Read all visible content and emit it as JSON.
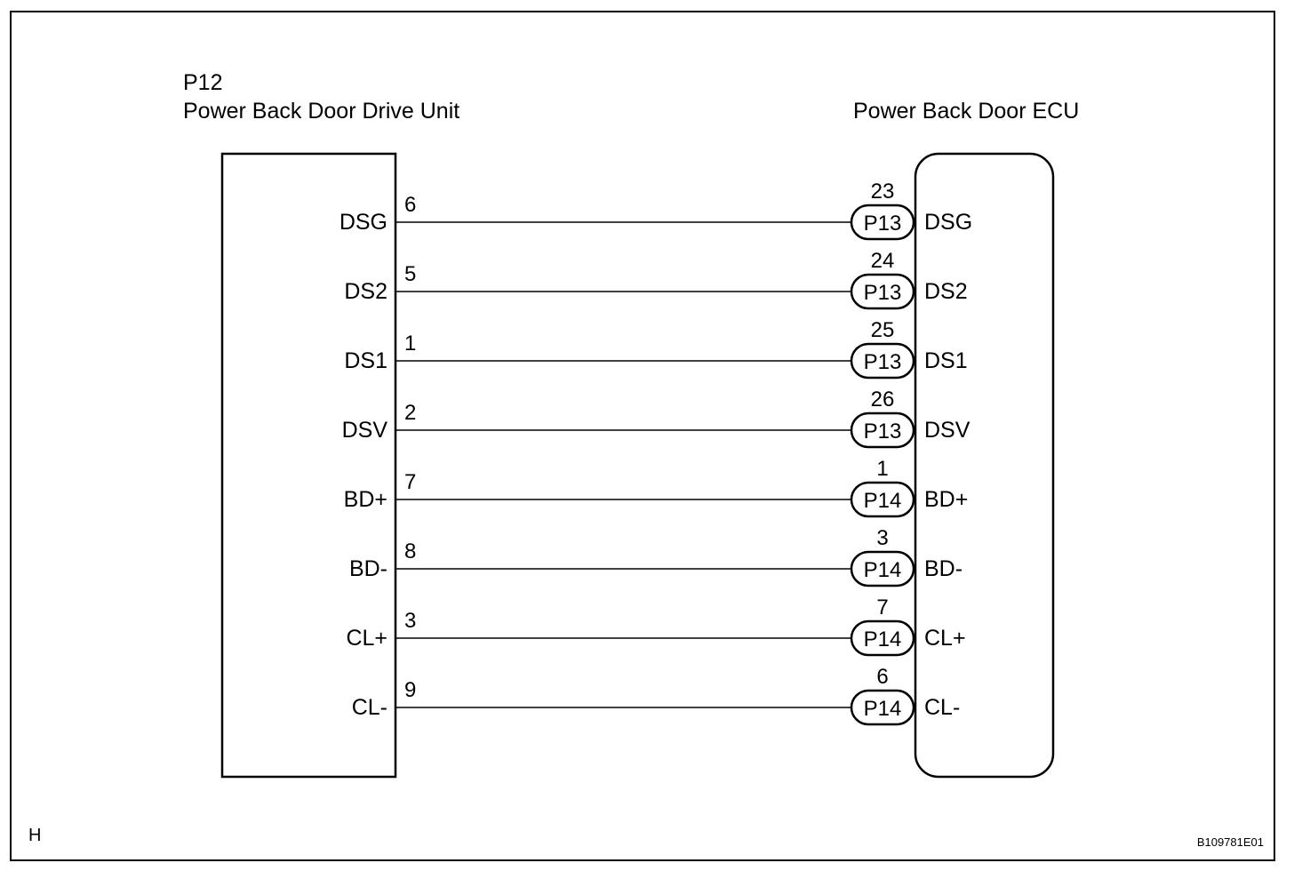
{
  "left_component": {
    "connector_id": "P12",
    "name": "Power Back Door Drive Unit"
  },
  "right_component": {
    "name": "Power Back Door ECU"
  },
  "wires": [
    {
      "left_signal": "DSG",
      "left_pin": "6",
      "connector": "P13",
      "right_pin": "23",
      "right_signal": "DSG"
    },
    {
      "left_signal": "DS2",
      "left_pin": "5",
      "connector": "P13",
      "right_pin": "24",
      "right_signal": "DS2"
    },
    {
      "left_signal": "DS1",
      "left_pin": "1",
      "connector": "P13",
      "right_pin": "25",
      "right_signal": "DS1"
    },
    {
      "left_signal": "DSV",
      "left_pin": "2",
      "connector": "P13",
      "right_pin": "26",
      "right_signal": "DSV"
    },
    {
      "left_signal": "BD+",
      "left_pin": "7",
      "connector": "P14",
      "right_pin": "1",
      "right_signal": "BD+"
    },
    {
      "left_signal": "BD-",
      "left_pin": "8",
      "connector": "P14",
      "right_pin": "3",
      "right_signal": "BD-"
    },
    {
      "left_signal": "CL+",
      "left_pin": "3",
      "connector": "P14",
      "right_pin": "7",
      "right_signal": "CL+"
    },
    {
      "left_signal": "CL-",
      "left_pin": "9",
      "connector": "P14",
      "right_pin": "6",
      "right_signal": "CL-"
    }
  ],
  "corner_label": "H",
  "figure_code": "B109781E01",
  "colors": {
    "line": "#000000",
    "background": "#ffffff"
  }
}
